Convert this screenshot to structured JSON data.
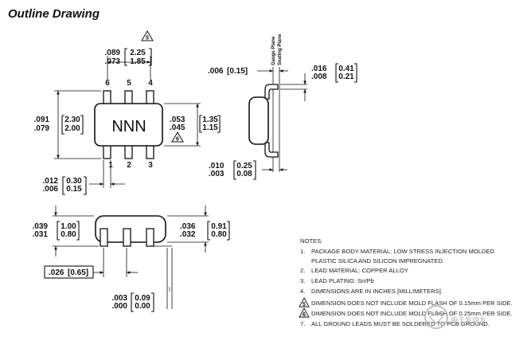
{
  "title": "Outline Drawing",
  "top_view": {
    "marking": "NNN",
    "pins_top": [
      "6",
      "5",
      "4"
    ],
    "pins_bottom": [
      "1",
      "2",
      "3"
    ],
    "note_refs": [
      "5",
      "6"
    ],
    "dim_pitch": {
      "in_max": ".089",
      "in_min": ".073",
      "mm_max": "2.25",
      "mm_min": "1.85"
    },
    "dim_length": {
      "in_max": ".091",
      "in_min": ".079",
      "mm_max": "2.30",
      "mm_min": "2.00"
    },
    "dim_width": {
      "in_max": ".053",
      "in_min": ".045",
      "mm_max": "1.35",
      "mm_min": "1.15"
    },
    "dim_lead_width": {
      "in_max": ".012",
      "in_min": ".006",
      "mm_max": "0.30",
      "mm_min": "0.15"
    }
  },
  "side_view": {
    "gauge_plane": "Gauge Plane",
    "seating_plane": "Seating Plane",
    "dim_gauge": {
      "in": ".006",
      "mm": "[0.15]"
    },
    "dim_lead_thickness": {
      "in_max": ".016",
      "in_min": ".008",
      "mm_max": "0.41",
      "mm_min": "0.21"
    },
    "dim_foot": {
      "in_max": ".010",
      "in_min": ".003",
      "mm_max": "0.25",
      "mm_min": "0.08"
    }
  },
  "end_view": {
    "dim_height_left": {
      "in_max": ".039",
      "in_min": ".031",
      "mm_max": "1.00",
      "mm_min": "0.80"
    },
    "dim_height_right": {
      "in_max": ".036",
      "in_min": ".032",
      "mm_max": "0.91",
      "mm_min": "0.80"
    },
    "dim_pitch": {
      "in": ".026",
      "mm": "[0.65]"
    },
    "dim_standoff": {
      "in_max": ".003",
      "in_min": ".000",
      "mm_max": "0.09",
      "mm_min": "0.00"
    }
  },
  "notes": {
    "heading": "NOTES:",
    "items": [
      {
        "num": "1.",
        "text": "PACKAGE BODY MATERIAL: LOW STRESS INJECTION MOLDED"
      },
      {
        "num": "",
        "text": "PLASTIC SILICA AND SILICON IMPREGNATED."
      },
      {
        "num": "2.",
        "text": "LEAD MATERIAL: COPPER ALLOY"
      },
      {
        "num": "3.",
        "text": "LEAD PLATING: Sn/Pb"
      },
      {
        "num": "4.",
        "text": "DIMENSIONS ARE IN INCHES [MILLIMETERS]."
      },
      {
        "num": "5",
        "text": "DIMENSION DOES NOT INCLUDE MOLD FLASH OF 0.15mm PER SIDE."
      },
      {
        "num": "6",
        "text": "DIMENSION DOES NOT INCLUDE MOLD FLASH OF 0.25mm PER SIDE."
      },
      {
        "num": "7.",
        "text": "ALL GROUND LEADS MUST BE SOLDERED TO PCB GROUND."
      }
    ]
  },
  "watermark": "电子发烧友"
}
